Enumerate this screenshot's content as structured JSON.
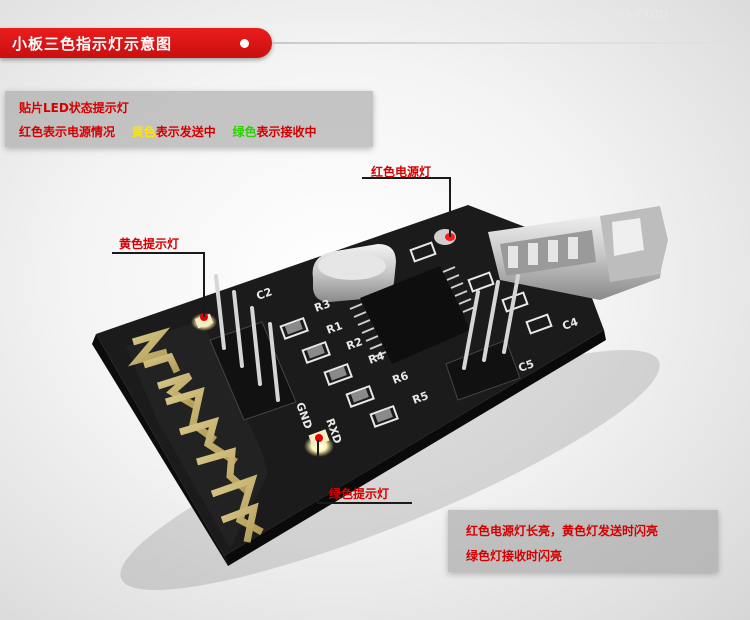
{
  "header": {
    "title": "小板三色指示灯示意图",
    "watermark": "www.taobao.com"
  },
  "info_top": {
    "line1": "贴片LED状态提示灯",
    "line2_parts": [
      {
        "text": "红色表示电源情况",
        "color": "#d40000"
      },
      {
        "text": "黄色",
        "color": "#ffe400"
      },
      {
        "text": "表示发送中",
        "color": "#d40000"
      },
      {
        "text": "绿色",
        "color": "#29d200"
      },
      {
        "text": "表示接收中",
        "color": "#d40000"
      }
    ]
  },
  "callouts": {
    "power_led": "红色电源灯",
    "yellow_led": "黄色提示灯",
    "green_led": "绿色提示灯"
  },
  "info_bottom": {
    "line1": "红色电源灯长亮，黄色灯发送时闪亮",
    "line2": "绿色灯接收时闪亮"
  },
  "board": {
    "logo": "ZR TECH",
    "labels": [
      "C2",
      "R3",
      "R1",
      "R2",
      "R4",
      "R6",
      "R5",
      "GND",
      "RXD",
      "C4",
      "C5"
    ]
  },
  "colors": {
    "accent_red": "#d40000",
    "banner_red": "#e01818",
    "yellow": "#ffe400",
    "green": "#29d200",
    "pcb": "#1b1b1b"
  }
}
